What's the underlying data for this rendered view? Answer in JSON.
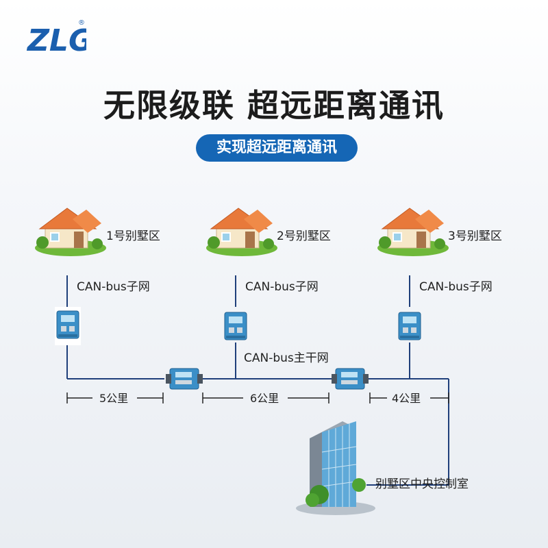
{
  "header": {
    "logo_text": "ZLG",
    "registered_mark": "®",
    "headline": "无限级联 超远距离通讯",
    "pill_label": "实现超远距离通讯"
  },
  "villas": [
    {
      "label": "1号别墅区",
      "subnet": "CAN-bus子网"
    },
    {
      "label": "2号别墅区",
      "subnet": "CAN-bus子网"
    },
    {
      "label": "3号别墅区",
      "subnet": "CAN-bus子网"
    }
  ],
  "backbone_label": "CAN-bus主干网",
  "distances": [
    "5公里",
    "6公里",
    "4公里"
  ],
  "control_room_label": "别墅区中央控制室",
  "colors": {
    "line": "#1f3f7a",
    "pill": "#1566b5",
    "logo": "#1b5fae",
    "roof": "#e8793a",
    "device": "#3b8fc7"
  },
  "icons": {
    "house": "house-icon",
    "device": "can-device-icon",
    "repeater": "repeater-icon",
    "building": "office-building-icon"
  }
}
